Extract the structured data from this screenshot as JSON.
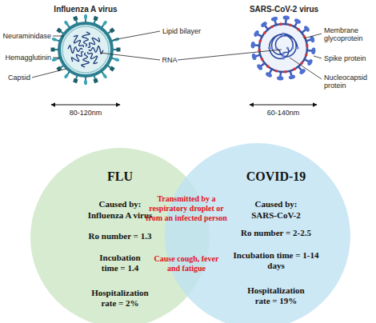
{
  "diagram": {
    "nodes": [
      {
        "text": [
          "FLU",
          "Caused by:",
          "Influenza A virus",
          "Ro number = 1.3",
          "Incubation time = 1.4",
          "Hospitalization rate = 2%"
        ]
      },
      {
        "text": [
          "COVID-19",
          "Caused by:",
          "SARS-CoV-2",
          "Ro number = 2-2.5",
          "Incubation time = 1-14 days",
          "Hospitalization rate = 19%"
        ]
      }
    ],
    "edges": [],
    "labels": [
      "Influenza A virus",
      "SARS-CoV-2 virus",
      "Neuraminidase",
      "Hemagglutinin",
      "Capsid",
      "Lipid bilayer",
      "RNA",
      "Membrane glycoprotein",
      "Spike protein",
      "Nucleocapsid protein",
      "80-120nm",
      "60-140nm",
      "Transmitted by a respiratory droplet or from an infected person",
      "Cause cough, fever and fatigue"
    ]
  }
}
